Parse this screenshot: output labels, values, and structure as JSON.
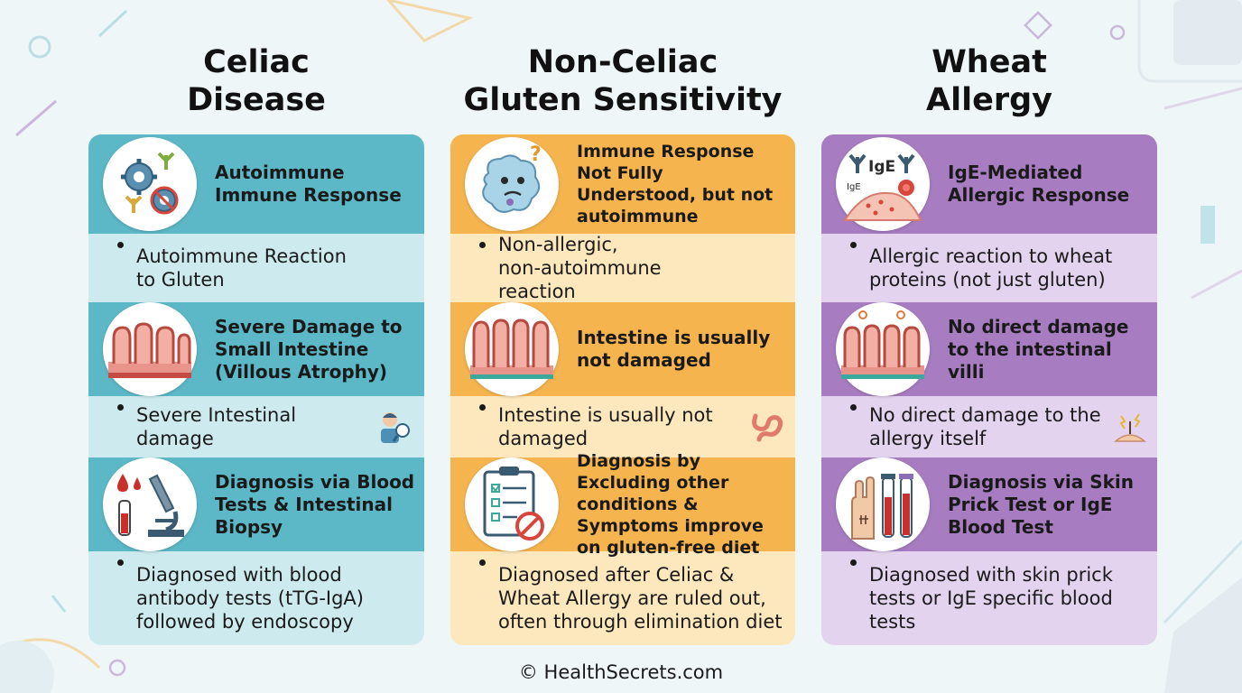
{
  "colors": {
    "celiac_header": "#5cb8c6",
    "celiac_body": "#cdebef",
    "ncgs_header": "#f6b44e",
    "ncgs_body": "#fde7bd",
    "wheat_header": "#a77cc1",
    "wheat_body": "#e4d3ee",
    "background": "#eef6f8"
  },
  "columns": [
    {
      "title_line1": "Celiac",
      "title_line2": "Disease",
      "rows": [
        {
          "icon": "gears-antibody-icon",
          "header": "Autoimmune Immune Response",
          "bullet": "Autoimmune Reaction\nto Gluten"
        },
        {
          "icon": "damaged-villi-icon",
          "header": "Severe Damage to Small Intestine (Villous Atrophy)",
          "bullet": "Severe Intestinal\ndamage",
          "side_icon": "doctor-magnifier-icon"
        },
        {
          "icon": "blood-microscope-icon",
          "header": "Diagnosis via Blood Tests & Intestinal Biopsy",
          "bullet": "Diagnosed with blood\nantibody tests (tTG-IgA)\nfollowed by endoscopy"
        }
      ]
    },
    {
      "title_line1": "Non-Celiac",
      "title_line2": "Gluten Sensitivity",
      "rows": [
        {
          "icon": "confused-cell-icon",
          "header": "Immune Response Not Fully Understood, but not autoimmune",
          "bullet": "Non-allergic,\nnon-autoimmune reaction"
        },
        {
          "icon": "healthy-villi-icon",
          "header": "Intestine is usually not damaged",
          "bullet": "Intestine is usually not\ndamaged",
          "side_icon": "intestine-icon"
        },
        {
          "icon": "clipboard-no-icon",
          "header": "Diagnosis by Excluding other conditions & Symptoms improve on gluten-free diet",
          "bullet": "Diagnosed after Celiac &\nWheat Allergy are ruled out,\noften through elimination diet"
        }
      ]
    },
    {
      "title_line1": "Wheat",
      "title_line2": "Allergy",
      "rows": [
        {
          "icon": "ige-antibody-icon",
          "header": "IgE-Mediated Allergic Response",
          "bullet": "Allergic reaction to wheat\nproteins (not just gluten)",
          "ige_label": "IgE",
          "ige_small": "IgE"
        },
        {
          "icon": "villi-icon",
          "header": "No direct damage to the intestinal villi",
          "bullet": "No direct damage to the\nallergy itself",
          "side_icon": "skin-reaction-icon"
        },
        {
          "icon": "skin-prick-tubes-icon",
          "header": "Diagnosis via Skin Prick Test or IgE Blood Test",
          "bullet": "Diagnosed with skin prick\ntests or IgE specific blood\ntests"
        }
      ]
    }
  ],
  "footer": "© HealthSecrets.com"
}
